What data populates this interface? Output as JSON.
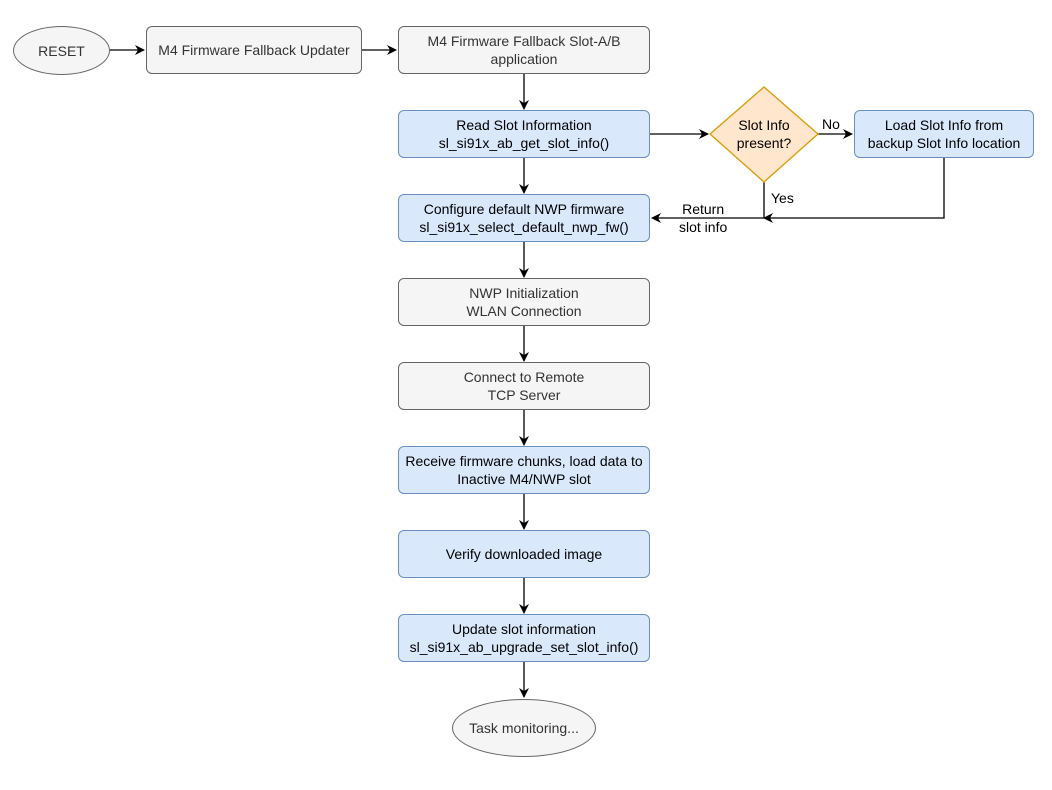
{
  "colors": {
    "grey_fill": "#f5f5f5",
    "grey_stroke": "#666666",
    "grey_text": "#333333",
    "blue_fill": "#dae8fc",
    "blue_stroke": "#6c8ebf",
    "decision_fill": "#ffe6cc",
    "decision_stroke": "#d79b00",
    "edge": "#000000"
  },
  "nodes": {
    "reset": "RESET",
    "fallback_updater": "M4 Firmware Fallback Updater",
    "slot_app": [
      "M4 Firmware Fallback Slot-A/B",
      "application"
    ],
    "read_slot": [
      "Read Slot Information",
      "sl_si91x_ab_get_slot_info()"
    ],
    "slot_present": [
      "Slot Info",
      "present?"
    ],
    "load_backup": [
      "Load Slot Info from",
      "backup Slot Info location"
    ],
    "configure_nwp": [
      "Configure default NWP firmware",
      "sl_si91x_select_default_nwp_fw()"
    ],
    "nwp_init": [
      "NWP Initialization",
      "WLAN Connection"
    ],
    "connect_tcp": [
      "Connect to Remote",
      "TCP Server"
    ],
    "receive_fw": [
      "Receive firmware chunks, load data to",
      "Inactive M4/NWP slot"
    ],
    "verify": "Verify downloaded image",
    "update_slot": [
      "Update slot information",
      "sl_si91x_ab_upgrade_set_slot_info()"
    ],
    "task_monitoring": "Task monitoring..."
  },
  "edge_labels": {
    "no": "No",
    "yes": "Yes",
    "return_slot_info": [
      "Return",
      "slot info"
    ]
  }
}
